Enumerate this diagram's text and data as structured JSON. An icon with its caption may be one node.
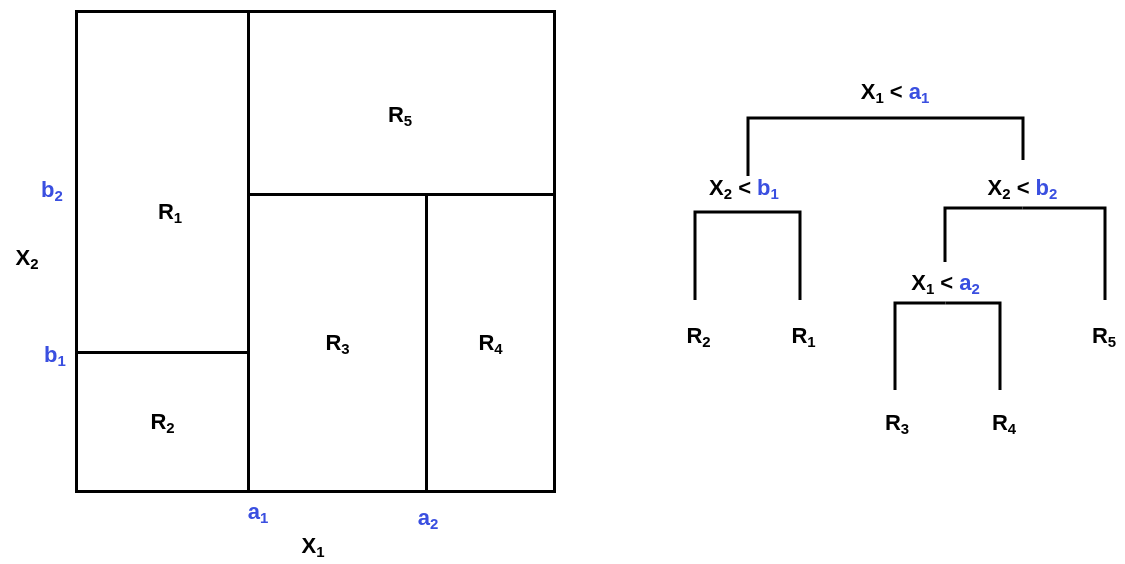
{
  "diagram": {
    "nodes": [
      {
        "text": [],
        "shape": "box"
      },
      {
        "text": [
          "R$_{5}$"
        ],
        "in": 0
      },
      {
        "text": [
          "R$_{1}$"
        ],
        "in": 0
      },
      {
        "text": [
          "R$_{3}$"
        ],
        "in": 0
      },
      {
        "text": [
          "R$_{4}$"
        ],
        "in": 0
      },
      {
        "text": [
          "R$_{2}$"
        ],
        "in": 0
      },
      {
        "text": [
          "X$_{1}$ <",
          "a$_{1}$"
        ]
      },
      {
        "text": [
          "X$_{2}$ <",
          "b$_{1}$"
        ]
      },
      {
        "text": [
          "X$_{2}$ <",
          "b$_{2}$"
        ]
      },
      {
        "text": [
          "X$_{1}$ <",
          "a$_{2}$"
        ]
      },
      {
        "text": [
          "R$_{2}$"
        ]
      },
      {
        "text": [
          "R$_{1}$"
        ]
      },
      {
        "text": [
          "R$_{5}$"
        ]
      },
      {
        "text": [
          "R$_{3}$"
        ]
      },
      {
        "text": [
          "R$_{4}$"
        ]
      }
    ],
    "edges": [
      {
        "from": 6,
        "to": 7,
        "arrow": "none"
      },
      {
        "from": 6,
        "to": 8,
        "arrow": "none"
      },
      {
        "from": 7,
        "to": 10,
        "arrow": "none"
      },
      {
        "from": 7,
        "to": 11,
        "arrow": "none"
      },
      {
        "from": 8,
        "to": 9,
        "arrow": "none"
      },
      {
        "from": 8,
        "to": 12,
        "arrow": "none"
      },
      {
        "from": 9,
        "to": 13,
        "arrow": "none"
      },
      {
        "from": 9,
        "to": 14,
        "arrow": "none"
      }
    ],
    "labels": [
      "b$_{2}$",
      "X$_{2}$",
      "b$_{1}$",
      "a$_{1}$",
      "a$_{2}$",
      "X$_{1}$"
    ]
  }
}
